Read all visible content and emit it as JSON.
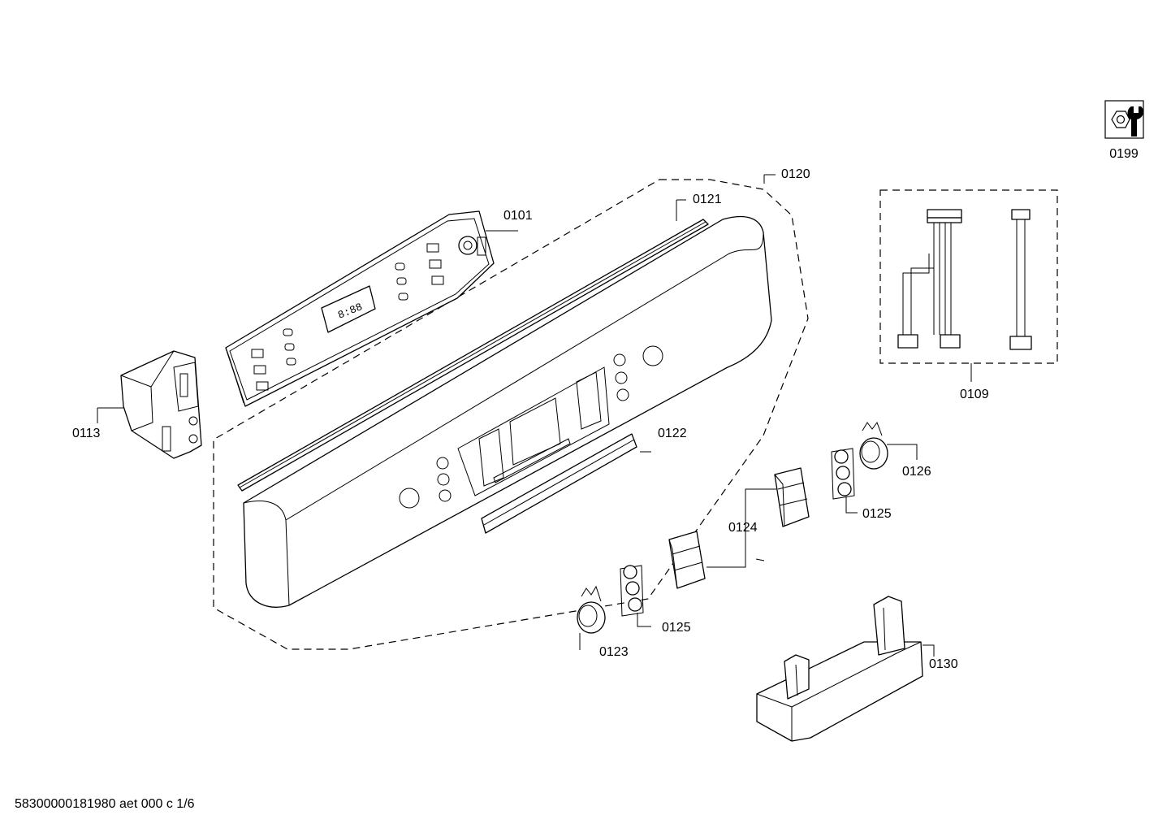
{
  "labels": {
    "p0101": "0101",
    "p0109": "0109",
    "p0113": "0113",
    "p0120": "0120",
    "p0121": "0121",
    "p0122": "0122",
    "p0123": "0123",
    "p0124": "0124",
    "p0125a": "0125",
    "p0125b": "0125",
    "p0126": "0126",
    "p0130": "0130",
    "p0199": "0199"
  },
  "footer": {
    "document_id": "58300000181980 aet 000 c 1/6"
  },
  "icons": {
    "service_kit": "wrench-nut-icon"
  }
}
